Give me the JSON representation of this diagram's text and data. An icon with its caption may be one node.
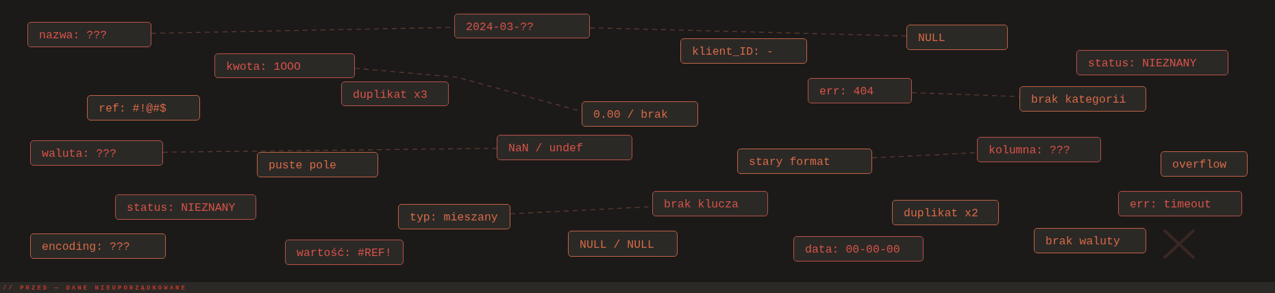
{
  "diagram": {
    "caption": "// PRZED — DANE NIEUPORZĄDKOWANE",
    "nodes": [
      {
        "text": [
          "2024-03-??"
        ]
      },
      {
        "text": [
          "nazwa: ???"
        ]
      },
      {
        "text": [
          "NULL"
        ]
      },
      {
        "text": [
          "klient_ID: -"
        ]
      },
      {
        "text": [
          "status: NIEZNANY"
        ]
      },
      {
        "text": [
          "kwota: 1OOO"
        ]
      },
      {
        "text": [
          "err: 404"
        ]
      },
      {
        "text": [
          "duplikat x3"
        ]
      },
      {
        "text": [
          "brak kategorii"
        ]
      },
      {
        "text": [
          "ref: #!@#$"
        ]
      },
      {
        "text": [
          "0.00 / brak"
        ]
      },
      {
        "text": [
          "NaN / undef"
        ]
      },
      {
        "text": [
          "kolumna: ???"
        ]
      },
      {
        "text": [
          "waluta: ???"
        ]
      },
      {
        "text": [
          "stary format"
        ]
      },
      {
        "text": [
          "overflow"
        ]
      },
      {
        "text": [
          "puste pole"
        ]
      },
      {
        "text": [
          "status: NIEZNANY"
        ]
      },
      {
        "text": [
          "brak klucza"
        ]
      },
      {
        "text": [
          "err: timeout"
        ]
      },
      {
        "text": [
          "typ: mieszany"
        ]
      },
      {
        "text": [
          "duplikat x2"
        ]
      },
      {
        "text": [
          "brak waluty"
        ]
      },
      {
        "text": [
          "NULL / NULL"
        ]
      },
      {
        "text": [
          "encoding: ???"
        ]
      },
      {
        "text": [
          "data: 00-00-00"
        ]
      },
      {
        "text": [
          "wartość: #REF!"
        ]
      }
    ],
    "edges": [
      {
        "from": 1,
        "to": 0,
        "arrow": "none",
        "style": "dashed"
      },
      {
        "from": 0,
        "to": 2,
        "arrow": "none",
        "style": "dashed"
      },
      {
        "from": 5,
        "to": 10,
        "arrow": "none",
        "style": "dashed"
      },
      {
        "from": 13,
        "to": 11,
        "arrow": "none",
        "style": "dashed"
      },
      {
        "from": 6,
        "to": 8,
        "arrow": "none",
        "style": "dashed"
      },
      {
        "from": 14,
        "to": 12,
        "arrow": "none",
        "style": "dashed"
      },
      {
        "from": 20,
        "to": 18,
        "arrow": "none",
        "style": "dashed"
      }
    ]
  }
}
